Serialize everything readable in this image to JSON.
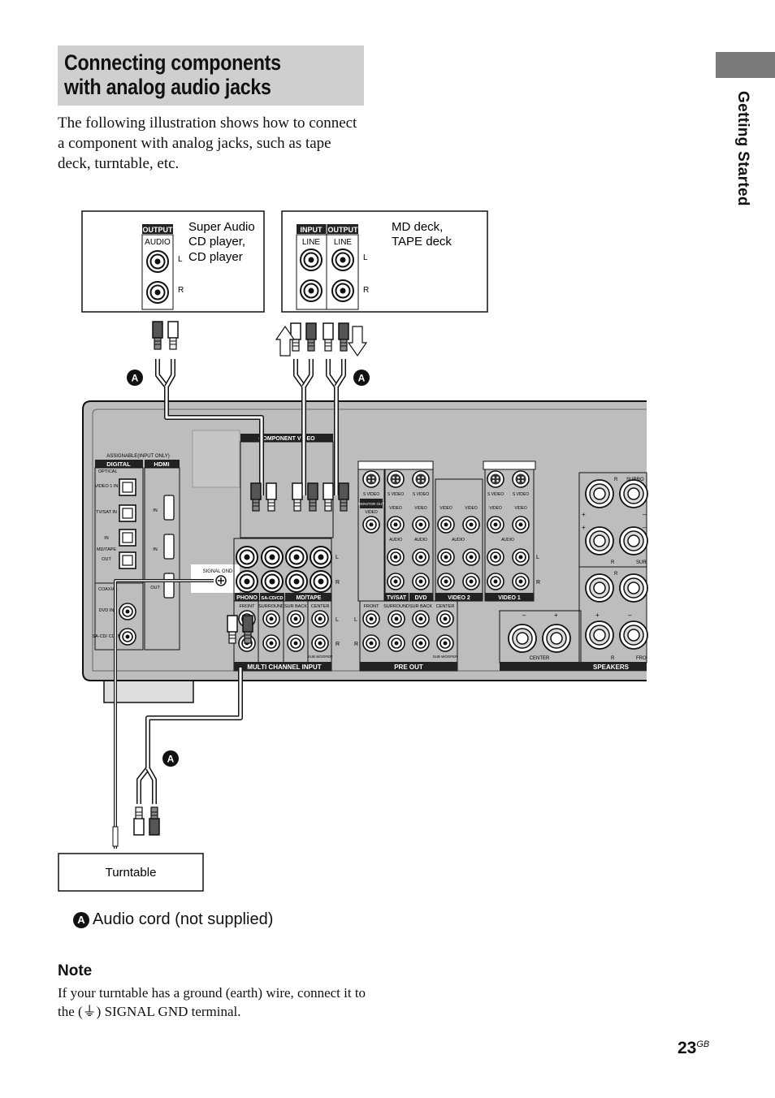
{
  "title": "Connecting components with analog audio jacks",
  "intro": "The following illustration shows how to connect a component with analog jacks, such as tape deck, turntable, etc.",
  "side_label": "Getting Started",
  "diagram": {
    "cd_box": {
      "output": "OUTPUT",
      "audio": "AUDIO",
      "l": "L",
      "r": "R",
      "name_lines": [
        "Super Audio",
        "CD player,",
        "CD player"
      ]
    },
    "md_box": {
      "input": "INPUT",
      "output": "OUTPUT",
      "line_in": "LINE",
      "line_out": "LINE",
      "l": "L",
      "r": "R",
      "name_lines": [
        "MD deck,",
        "TAPE deck"
      ]
    },
    "turntable": "Turntable",
    "callout": "A",
    "receiver": {
      "component_video": "COMPONENT VIDEO",
      "assignable_input_only": "ASSIGNABLE(INPUT ONLY)",
      "digital": "DIGITAL",
      "hdmi": "HDMI",
      "optical": "OPTICAL",
      "video1_in": "VIDEO 1 IN",
      "tvsat_in": "TV/SAT IN",
      "in": "IN",
      "mdtape": "MD/TAPE",
      "out": "OUT",
      "coaxial": "COAXIAL",
      "dvd_in": "DVD IN",
      "sacd_in": "SA-CD/ CD IN",
      "signal_gnd": "SIGNAL GND",
      "phono": "PHONO",
      "sacd": "SA-CD/CD",
      "md_tape": "MD/TAPE",
      "multi_channel_input": "MULTI CHANNEL INPUT",
      "tvsat": "TV/SAT",
      "dvd": "DVD",
      "video2": "VIDEO 2",
      "video1": "VIDEO 1",
      "pre_out": "PRE OUT",
      "speakers": "SPEAKERS",
      "center": "CENTER",
      "surround": "SURROUND",
      "surround_back": "SUR BACK",
      "front": "FRONT",
      "subwoofer": "SUB WOOFER",
      "s_video": "S VIDEO",
      "video": "VIDEO",
      "audio": "AUDIO",
      "monitor_out": "MONITOR OUT",
      "l": "L",
      "r": "R",
      "plus": "+",
      "minus": "–",
      "surro": "SURRO",
      "sur": "SUR",
      "fro": "FRO"
    }
  },
  "legend": {
    "badge": "A",
    "text": "Audio cord (not supplied)"
  },
  "note": {
    "heading": "Note",
    "text": "If your turntable has a ground (earth) wire, connect it to the (⏚) SIGNAL GND terminal."
  },
  "page": {
    "number": "23",
    "suffix": "GB"
  }
}
